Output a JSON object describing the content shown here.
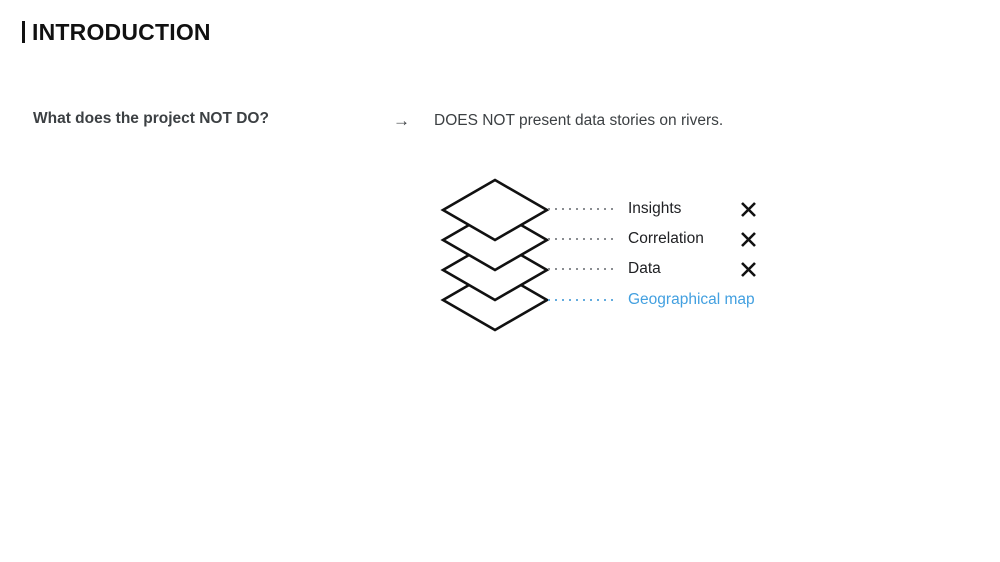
{
  "slide": {
    "title": "INTRODUCTION",
    "title_bar_color": "#111111"
  },
  "qa": {
    "question": "What does the project NOT DO?",
    "arrow_icon": "arrow-right-icon",
    "arrow_glyph": "→",
    "answer": "DOES NOT present data stories on rivers."
  },
  "diagram": {
    "type": "layer-stack",
    "stack_layer_count": 4,
    "stroke_color": "#111111",
    "highlight_color": "#43a0e0",
    "leader_color": "#8a8d91",
    "rows": [
      {
        "label": "Insights",
        "mark": "cross-icon",
        "marked": true,
        "highlighted": false
      },
      {
        "label": "Correlation",
        "mark": "cross-icon",
        "marked": true,
        "highlighted": false
      },
      {
        "label": "Data",
        "mark": "cross-icon",
        "marked": true,
        "highlighted": false
      },
      {
        "label": "Geographical map",
        "mark": "",
        "marked": false,
        "highlighted": true
      }
    ]
  }
}
